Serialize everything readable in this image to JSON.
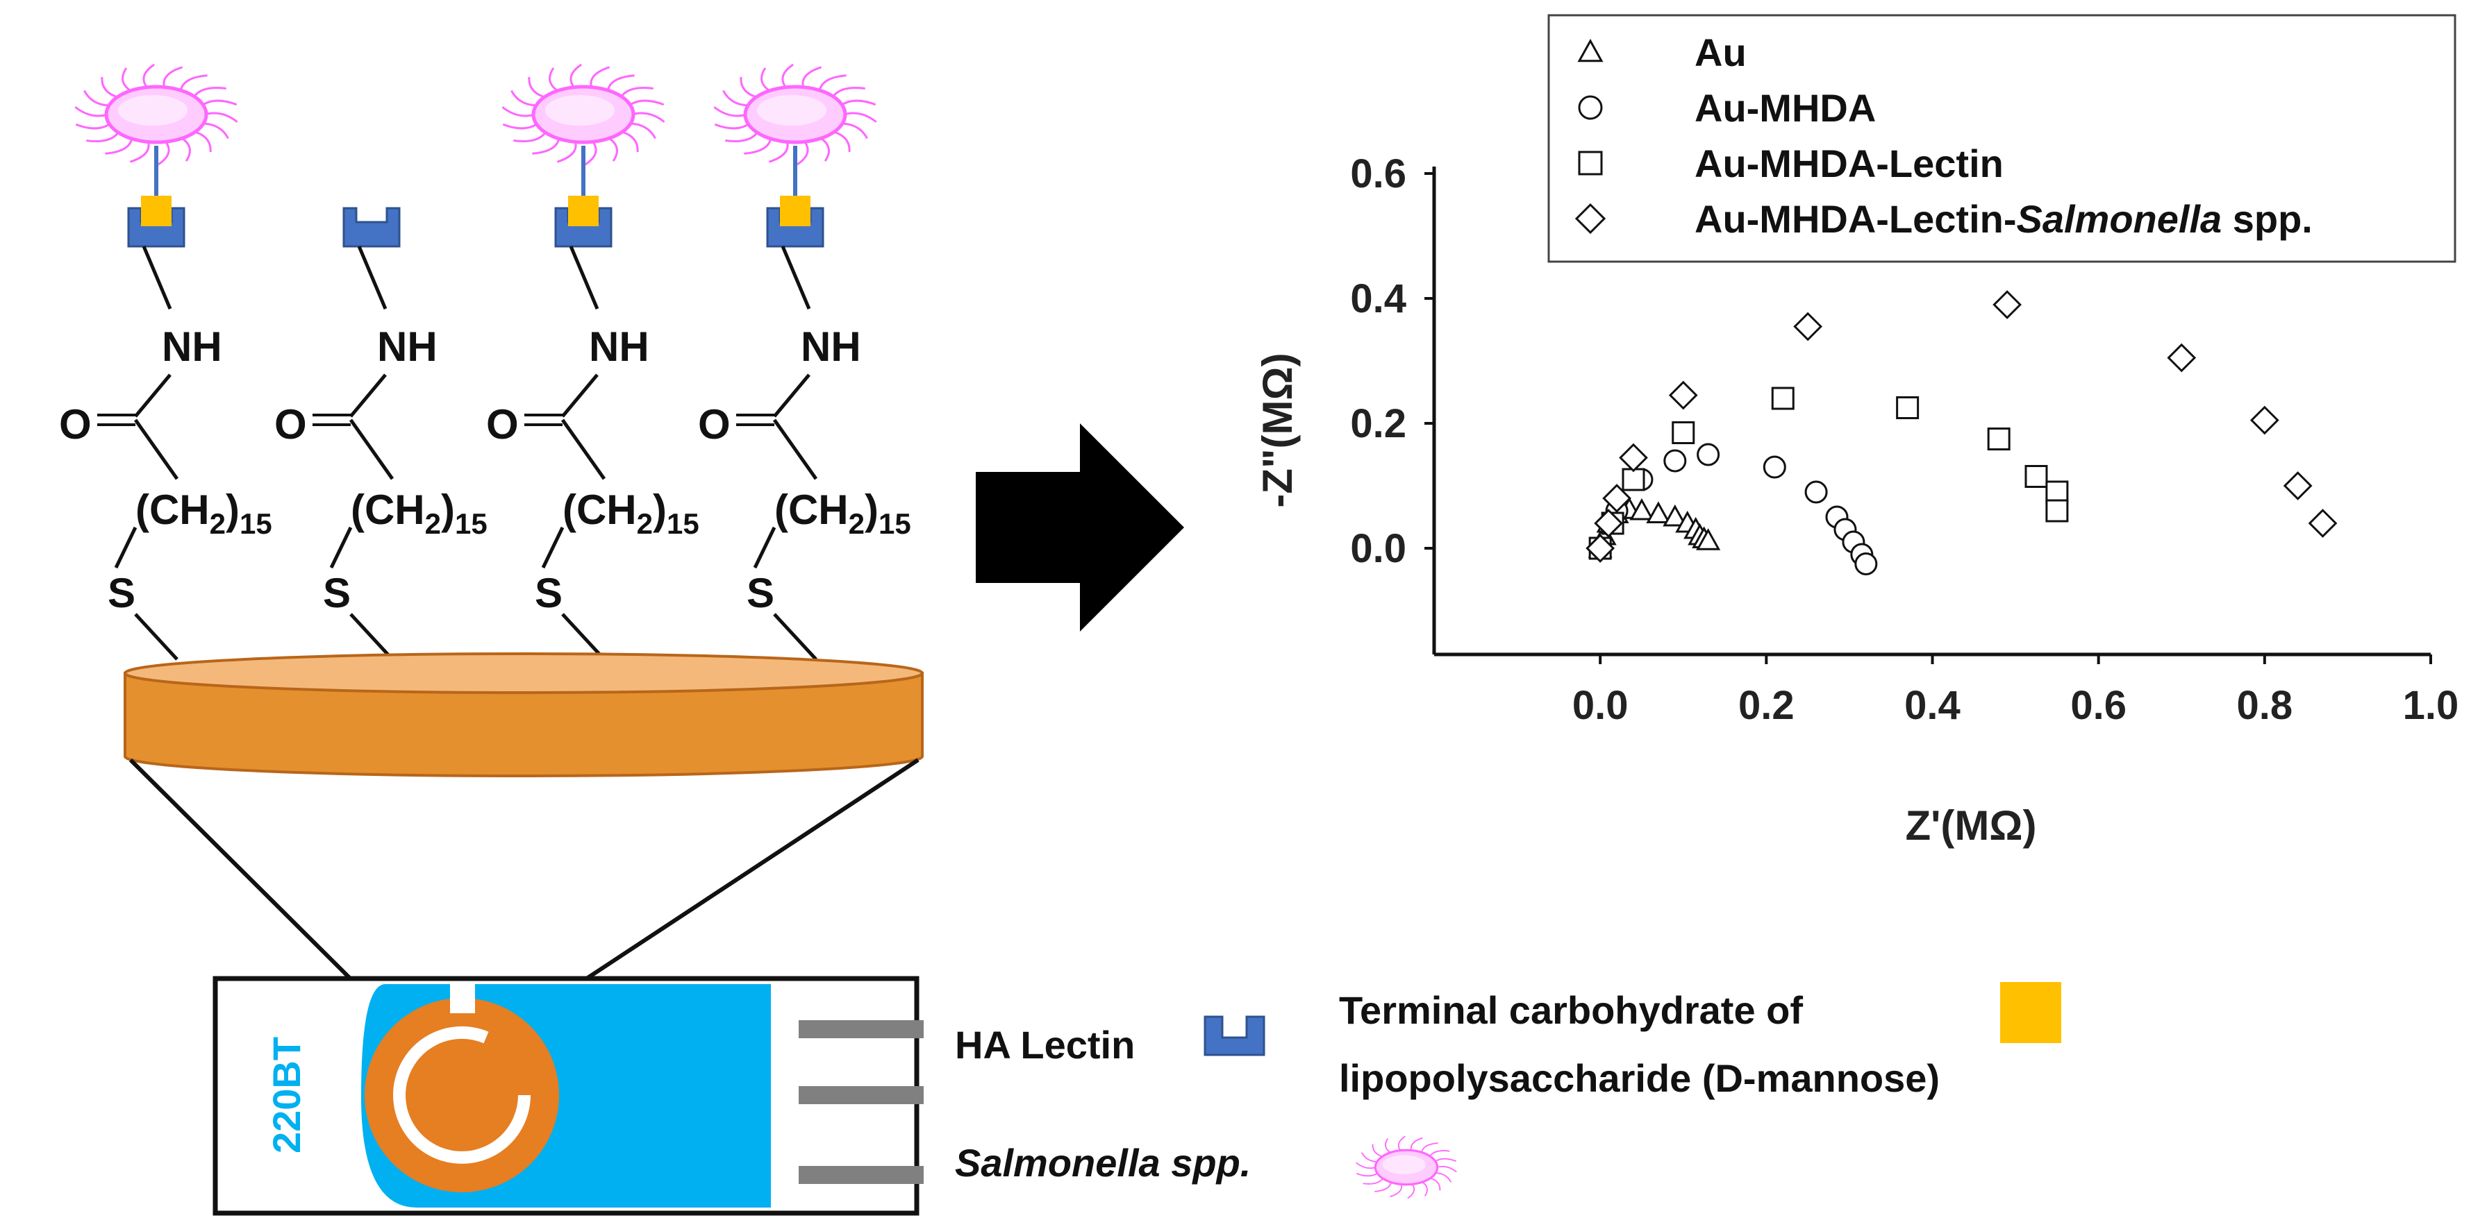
{
  "diagram": {
    "chain_atoms": {
      "nh": "NH",
      "oxygen": "O",
      "ch2": "(CH",
      "ch2_sub": "2",
      "ch2_close": ")",
      "ch2_count": "15",
      "sulfur": "S"
    },
    "chains": [
      {
        "id": "1",
        "has_bacterium": true,
        "has_sugar": true
      },
      {
        "id": "2",
        "has_bacterium": false,
        "has_sugar": false
      },
      {
        "id": "3",
        "has_bacterium": true,
        "has_sugar": true
      },
      {
        "id": "4",
        "has_bacterium": true,
        "has_sugar": true
      }
    ],
    "electrode_code": "220BT",
    "key": {
      "lectin_label": "HA Lectin",
      "carbohydrate_label_line1": "Terminal carbohydrate of",
      "carbohydrate_label_line2": "lipopolysaccharide (D-mannose)",
      "bacteria_label": "Salmonella spp."
    },
    "colors": {
      "lectin": "#4472C4",
      "sugar": "#FFC000",
      "gold": "#E5902E",
      "electrode_blue": "#00B0F0",
      "electrode_orange": "#E67E22",
      "bacterium": "#FF66FF"
    }
  },
  "chart_data": {
    "type": "scatter",
    "xlabel": "Z'(MΩ)",
    "ylabel": "-Z\"(MΩ)",
    "xlim": [
      -0.2,
      1.0
    ],
    "ylim": [
      -0.17,
      0.6
    ],
    "x_ticks": [
      "0.0",
      "0.2",
      "0.4",
      "0.6",
      "0.8",
      "1.0"
    ],
    "x_tick_values": [
      0.0,
      0.2,
      0.4,
      0.6,
      0.8,
      1.0
    ],
    "y_ticks": [
      "0.0",
      "0.2",
      "0.4",
      "0.6"
    ],
    "y_tick_values": [
      0.0,
      0.2,
      0.4,
      0.6
    ],
    "grid": false,
    "legend_position": "top-right",
    "series": [
      {
        "name": "Au",
        "marker": "triangle",
        "points": [
          [
            0.0,
            0.0
          ],
          [
            0.005,
            0.02
          ],
          [
            0.01,
            0.04
          ],
          [
            0.02,
            0.055
          ],
          [
            0.035,
            0.062
          ],
          [
            0.05,
            0.06
          ],
          [
            0.07,
            0.055
          ],
          [
            0.09,
            0.05
          ],
          [
            0.105,
            0.04
          ],
          [
            0.115,
            0.03
          ],
          [
            0.12,
            0.02
          ],
          [
            0.125,
            0.015
          ],
          [
            0.13,
            0.012
          ]
        ]
      },
      {
        "name": "Au-MHDA",
        "marker": "circle",
        "points": [
          [
            0.0,
            0.0
          ],
          [
            0.02,
            0.06
          ],
          [
            0.05,
            0.11
          ],
          [
            0.09,
            0.14
          ],
          [
            0.13,
            0.15
          ],
          [
            0.21,
            0.13
          ],
          [
            0.26,
            0.09
          ],
          [
            0.285,
            0.05
          ],
          [
            0.295,
            0.03
          ],
          [
            0.305,
            0.01
          ],
          [
            0.315,
            -0.01
          ],
          [
            0.32,
            -0.025
          ]
        ]
      },
      {
        "name": "Au-MHDA-Lectin",
        "marker": "square",
        "points": [
          [
            0.0,
            0.0
          ],
          [
            0.015,
            0.04
          ],
          [
            0.04,
            0.11
          ],
          [
            0.1,
            0.185
          ],
          [
            0.22,
            0.24
          ],
          [
            0.37,
            0.225
          ],
          [
            0.48,
            0.175
          ],
          [
            0.525,
            0.115
          ],
          [
            0.55,
            0.09
          ],
          [
            0.55,
            0.06
          ]
        ]
      },
      {
        "name": "Au-MHDA-Lectin-Salmonella spp.",
        "name_plain": "Au-MHDA-Lectin-",
        "name_italic": "Salmonella",
        "name_tail": " spp.",
        "marker": "diamond",
        "points": [
          [
            0.0,
            0.0
          ],
          [
            0.01,
            0.04
          ],
          [
            0.02,
            0.08
          ],
          [
            0.04,
            0.145
          ],
          [
            0.1,
            0.245
          ],
          [
            0.25,
            0.355
          ],
          [
            0.49,
            0.39
          ],
          [
            0.7,
            0.305
          ],
          [
            0.8,
            0.205
          ],
          [
            0.84,
            0.1
          ],
          [
            0.87,
            0.04
          ]
        ]
      }
    ]
  }
}
